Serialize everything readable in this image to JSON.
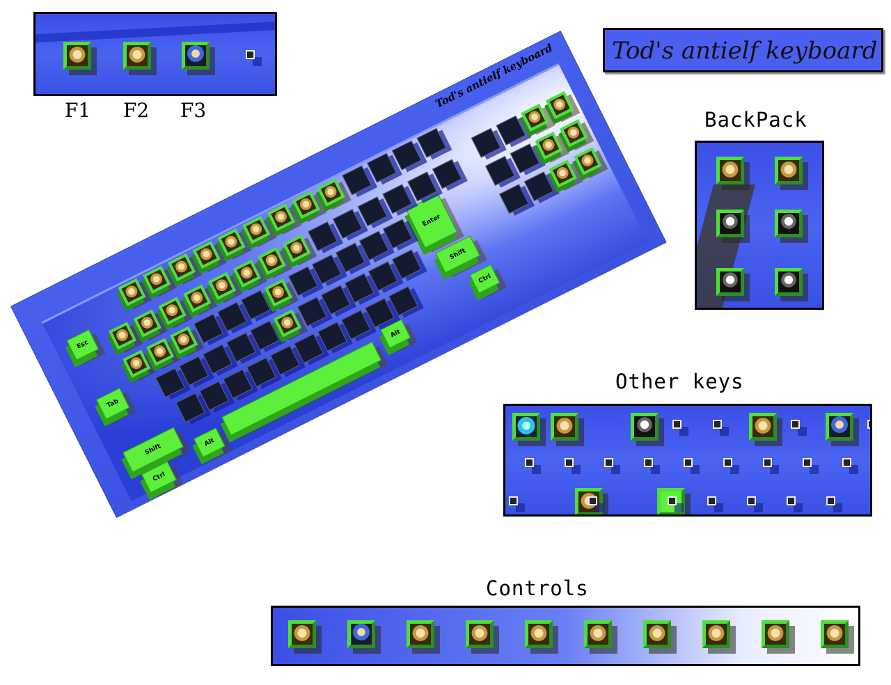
{
  "title": "Tod's antielf keyboard",
  "keyboard": {
    "title": "Tod's antielf keyboard",
    "keys": {
      "esc": "Esc",
      "tab": "Tab",
      "shift_left": "Shift",
      "ctrl_left": "Ctrl",
      "alt_left": "Alt",
      "alt_right": "Alt",
      "enter": "Enter",
      "shift_right": "Shift",
      "ctrl_right": "Ctrl"
    }
  },
  "function_keys": {
    "labels": [
      "F1",
      "F2",
      "F3"
    ]
  },
  "backpack": {
    "heading": "BackPack"
  },
  "other_keys": {
    "heading": "Other keys"
  },
  "controls": {
    "heading": "Controls"
  },
  "colors": {
    "accent_blue": "#3b4fe6",
    "key_green": "#5cf03a",
    "border": "#000000"
  }
}
